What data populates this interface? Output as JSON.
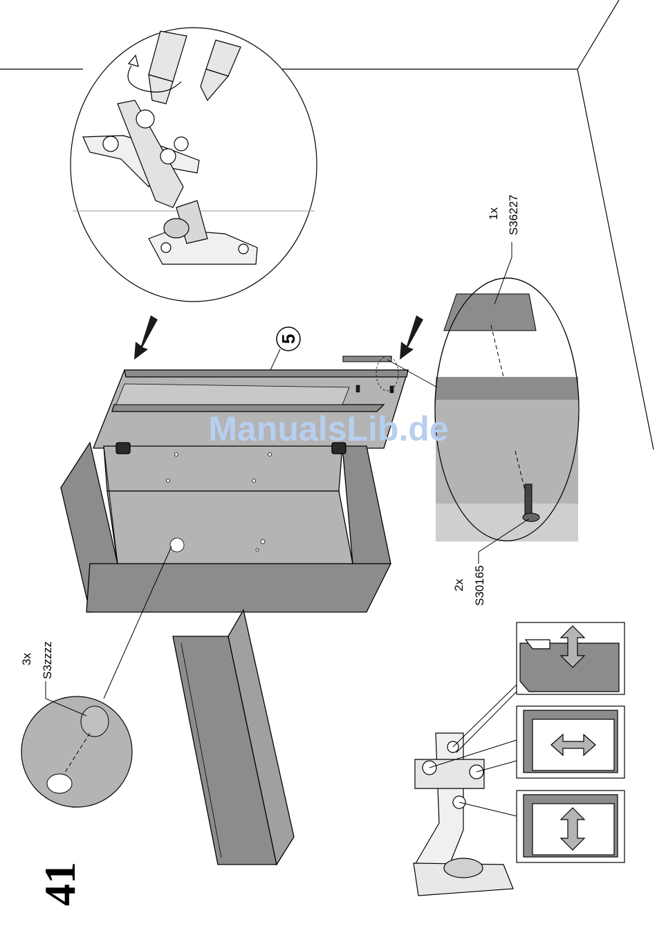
{
  "page": {
    "step_number": "41",
    "callout_number": "5"
  },
  "watermark": {
    "text": "ManualsLib.de"
  },
  "parts": {
    "s36227": {
      "qty": "1x",
      "code": "S36227"
    },
    "s30165": {
      "qty": "2x",
      "code": "S30165"
    },
    "s3zzzz": {
      "qty": "3x",
      "code": "S3zzzz"
    }
  },
  "hinge_adjustments": [
    {
      "axis": "depth"
    },
    {
      "axis": "horizontal"
    },
    {
      "axis": "vertical"
    }
  ],
  "colors": {
    "panel_gray": "#8c8c8c",
    "panel_light": "#b4b4b4",
    "panel_pale": "#d0d0d0",
    "line": "#000000",
    "watermark": "#b7cff0"
  }
}
